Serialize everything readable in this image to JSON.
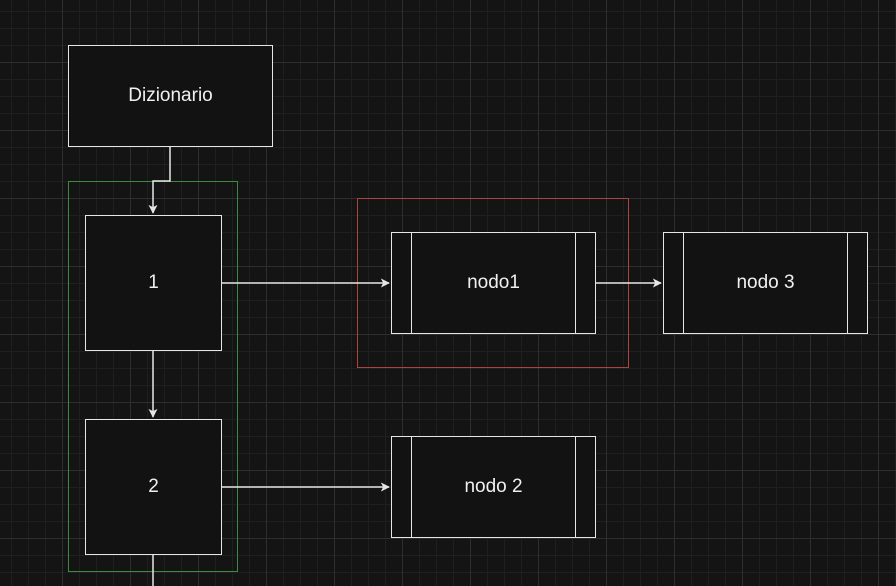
{
  "diagram": {
    "nodes": {
      "dizionario": "Dizionario",
      "key_1": "1",
      "key_2": "2",
      "nodo1": "nodo1",
      "nodo2": "nodo 2",
      "nodo3": "nodo 3"
    },
    "colors": {
      "background": "#141414",
      "node_fill": "#121212",
      "node_stroke": "#e6e6e6",
      "text": "#f0f0f0",
      "green_group": "#3e8a44",
      "red_group": "#a8453f"
    }
  }
}
